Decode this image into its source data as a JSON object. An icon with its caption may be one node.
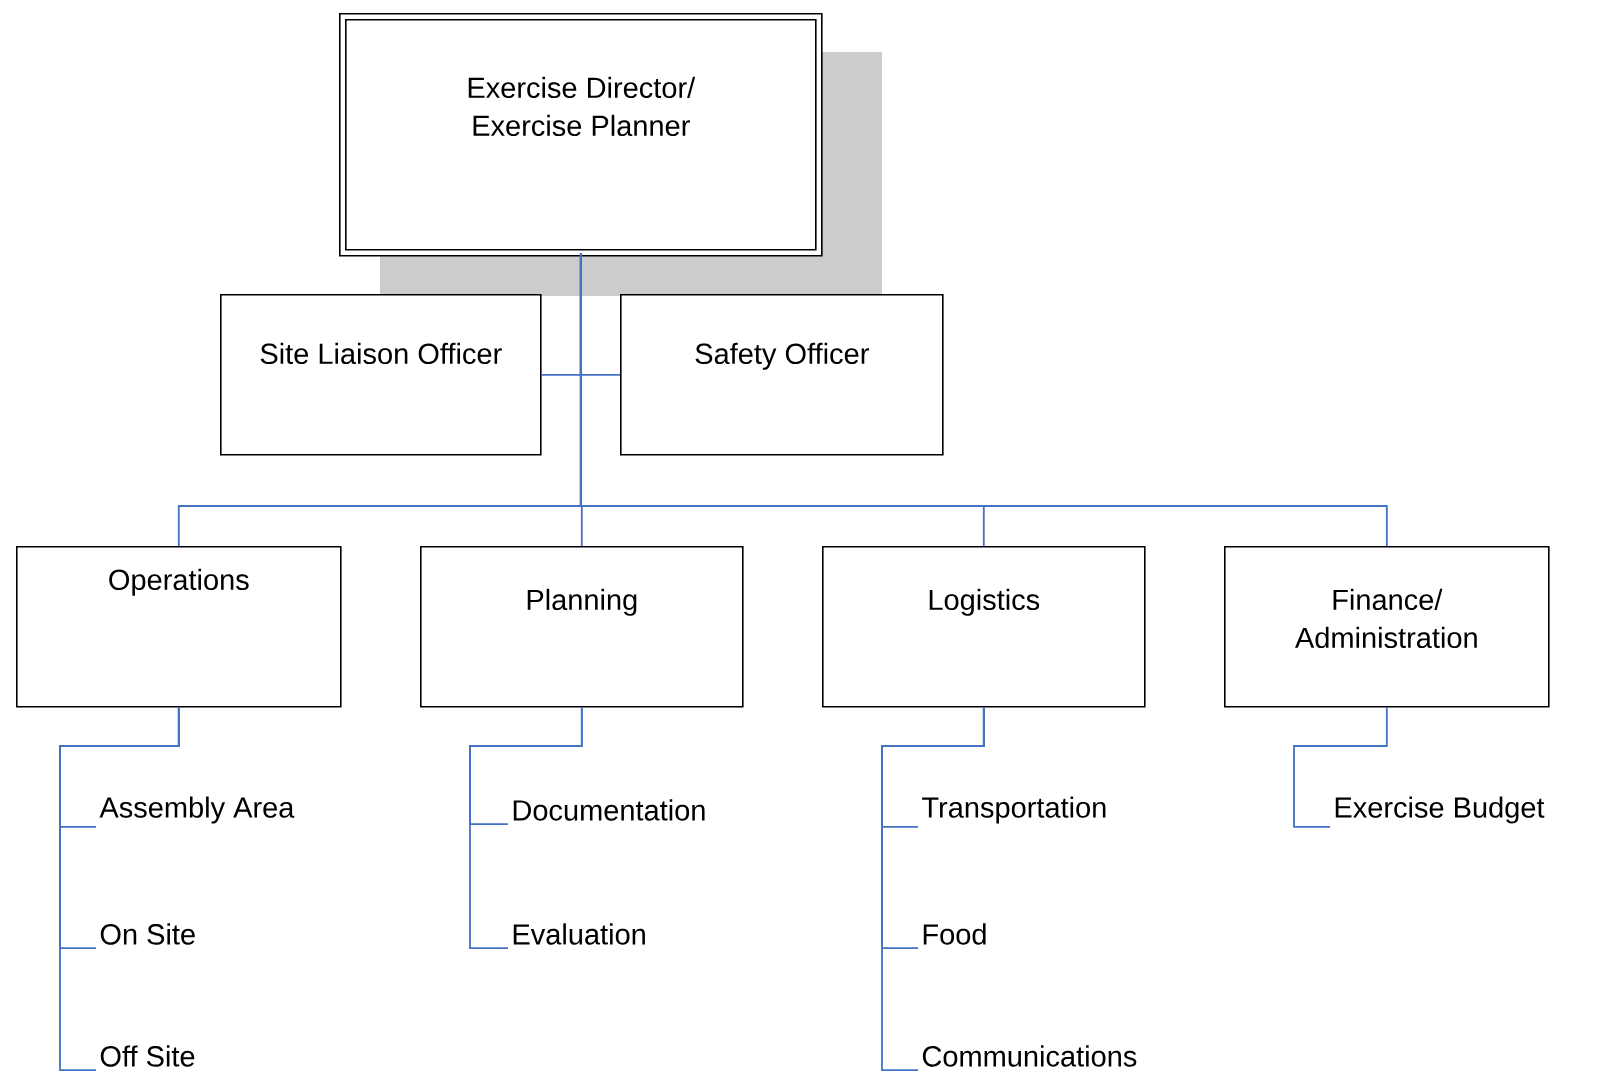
{
  "diagram": {
    "nodes": [
      {
        "text": [
          "Exercise Director/ Exercise Planner"
        ]
      },
      {
        "text": [
          "Site Liaison Officer"
        ]
      },
      {
        "text": [
          "Safety Officer"
        ]
      },
      {
        "text": [
          "Operations"
        ]
      },
      {
        "text": [
          "Planning"
        ]
      },
      {
        "text": [
          "Logistics"
        ]
      },
      {
        "text": [
          "Finance/ Administration"
        ]
      },
      {
        "text": [
          "Assembly Area"
        ]
      },
      {
        "text": [
          "On Site"
        ]
      },
      {
        "text": [
          "Off Site"
        ]
      },
      {
        "text": [
          "Documentation"
        ]
      },
      {
        "text": [
          "Evaluation"
        ]
      },
      {
        "text": [
          "Transportation"
        ]
      },
      {
        "text": [
          "Food"
        ]
      },
      {
        "text": [
          "Communications"
        ]
      },
      {
        "text": [
          "Exercise Budget"
        ]
      }
    ],
    "edges": [
      {
        "from": 0,
        "to": 1,
        "arrow": "none"
      },
      {
        "from": 0,
        "to": 2,
        "arrow": "none"
      },
      {
        "from": 0,
        "to": 3,
        "arrow": "none"
      },
      {
        "from": 0,
        "to": 4,
        "arrow": "none"
      },
      {
        "from": 0,
        "to": 5,
        "arrow": "none"
      },
      {
        "from": 0,
        "to": 6,
        "arrow": "none"
      },
      {
        "from": 3,
        "to": 7,
        "arrow": "none"
      },
      {
        "from": 3,
        "to": 8,
        "arrow": "none"
      },
      {
        "from": 3,
        "to": 9,
        "arrow": "none"
      },
      {
        "from": 4,
        "to": 10,
        "arrow": "none"
      },
      {
        "from": 4,
        "to": 11,
        "arrow": "none"
      },
      {
        "from": 5,
        "to": 12,
        "arrow": "none"
      },
      {
        "from": 5,
        "to": 13,
        "arrow": "none"
      },
      {
        "from": 5,
        "to": 14,
        "arrow": "none"
      },
      {
        "from": 6,
        "to": 15,
        "arrow": "none"
      }
    ]
  }
}
